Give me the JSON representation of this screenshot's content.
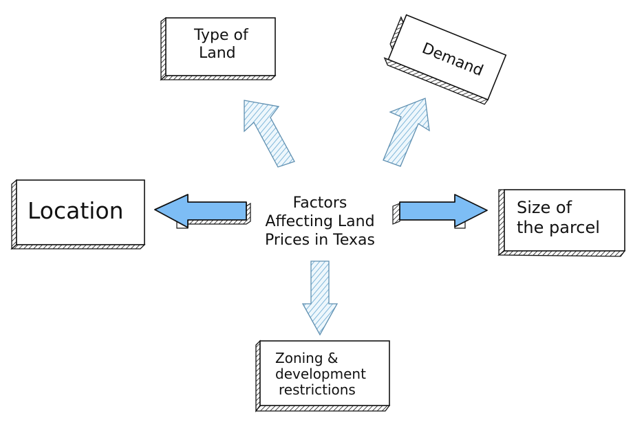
{
  "center": {
    "lines": [
      "Factors",
      "Affecting Land",
      "Prices in Texas"
    ]
  },
  "boxes": {
    "type_of_land": {
      "lines": [
        "Type of",
        "Land"
      ]
    },
    "demand": {
      "lines": [
        "Demand"
      ]
    },
    "location": {
      "lines": [
        "Location"
      ]
    },
    "size_of_parcel": {
      "lines": [
        "Size of",
        "the parcel"
      ]
    },
    "zoning": {
      "lines": [
        "Zoning &",
        "development",
        "restrictions"
      ]
    }
  },
  "colors": {
    "horizontal_arrow_fill": "#7dbdf5",
    "hatched_arrow_stroke": "#7fb6d9",
    "box_stroke": "#111111",
    "text": "#111111"
  }
}
